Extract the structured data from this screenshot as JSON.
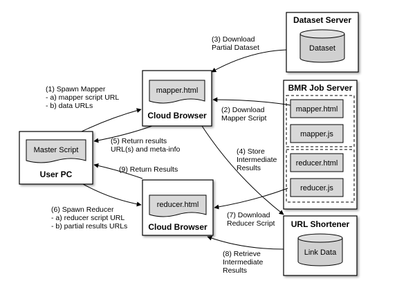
{
  "nodes": {
    "dataset_server": {
      "title": "Dataset Server",
      "db_label": "Dataset"
    },
    "bmr_job_server": {
      "title": "BMR Job Server",
      "files": [
        "mapper.html",
        "mapper.js",
        "reducer.html",
        "reducer.js"
      ]
    },
    "cloud_browser_top": {
      "title": "Cloud Browser",
      "page_label": "mapper.html"
    },
    "cloud_browser_bottom": {
      "title": "Cloud Browser",
      "page_label": "reducer.html"
    },
    "user_pc": {
      "title": "User PC",
      "page_label": "Master Script"
    },
    "url_shortener": {
      "title": "URL Shortener",
      "db_label": "Link Data"
    }
  },
  "annotations": {
    "step1": {
      "head": "(1) Spawn Mapper",
      "lines": [
        "- a) mapper script URL",
        "- b) data URLs"
      ]
    },
    "step2": {
      "lines": [
        "(2) Download",
        "Mapper Script"
      ]
    },
    "step3": {
      "lines": [
        "(3) Download",
        "Partial Dataset"
      ]
    },
    "step4": {
      "lines": [
        "(4) Store",
        "Intermediate",
        "Results"
      ]
    },
    "step5": {
      "lines": [
        "(5) Return results",
        "URL(s) and meta-info"
      ]
    },
    "step6": {
      "head": "(6) Spawn Reducer",
      "lines": [
        "- a) reducer script URL",
        "- b) partial results URLs"
      ]
    },
    "step7": {
      "lines": [
        "(7) Download",
        "Reducer Script"
      ]
    },
    "step8": {
      "lines": [
        "(8) Retrieve",
        "Intermediate",
        "Results"
      ]
    },
    "step9": {
      "lines": [
        "(9) Return Results"
      ]
    }
  }
}
